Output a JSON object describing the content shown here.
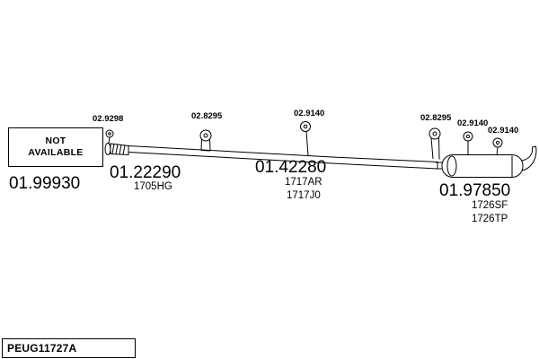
{
  "diagram": {
    "background": "#ffffff",
    "line_color": "#000000",
    "not_available_box": {
      "line1": "NOT",
      "line2": "AVAILABLE"
    },
    "part_labels": {
      "na_part": {
        "number": "01.99930"
      },
      "front_pipe": {
        "number": "01.22290",
        "variants": [
          "1705HG"
        ]
      },
      "center_pipe": {
        "number": "01.42280",
        "variants": [
          "1717AR",
          "1717J0"
        ]
      },
      "rear_silencer": {
        "number": "01.97850",
        "variants": [
          "1726SF",
          "1726TP"
        ]
      }
    },
    "fitting_labels": [
      {
        "number": "02.9298"
      },
      {
        "number": "02.8295"
      },
      {
        "number": "02.9140"
      },
      {
        "number": "02.8295"
      },
      {
        "number": "02.9140"
      },
      {
        "number": "02.9140"
      }
    ],
    "drawing_code": "PEUG11727A"
  }
}
